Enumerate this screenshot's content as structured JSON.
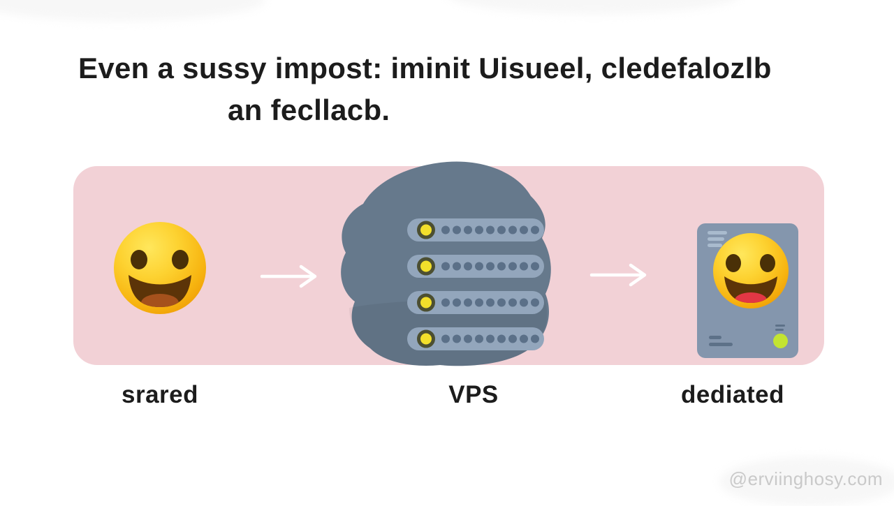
{
  "heading": {
    "line1": "Even a sussy impost: iminit Uisueel, cledefalozlb",
    "line2": "an fecllacb.",
    "color": "#1c1c1c"
  },
  "diagram": {
    "band_color": "#f2d1d6",
    "arrow_color": "#ffffff",
    "stages": [
      {
        "label": "srared",
        "icon": "smiley-emoji-icon"
      },
      {
        "label": "VPS",
        "icon": "vps-server-stack-icon"
      },
      {
        "label": "dediated",
        "icon": "dedicated-server-card-icon"
      }
    ],
    "server_stack": {
      "bars": 4,
      "dots_per_bar": 9,
      "blob_color": "#66798c",
      "bar_color": "#93a6bc",
      "dot_color": "#5b7088",
      "indicator_color": "#f2df2b",
      "indicator_ring_color": "#4c4f31"
    },
    "dedicated_card": {
      "body_color": "#8496ad",
      "line_light_color": "#a9bbce",
      "line_dark_color": "#5d7188",
      "led_color": "#c3e431"
    },
    "emoji": {
      "highlight": "#ffe75c",
      "base": "#f7b410",
      "eye": "#4a3007",
      "mouth": "#5c3408",
      "tongue_shared": "#a5511c",
      "tongue_dedicated": "#e23744"
    }
  },
  "watermark": {
    "text": "@erviinghosy.com",
    "color": "#c9c9c9"
  }
}
